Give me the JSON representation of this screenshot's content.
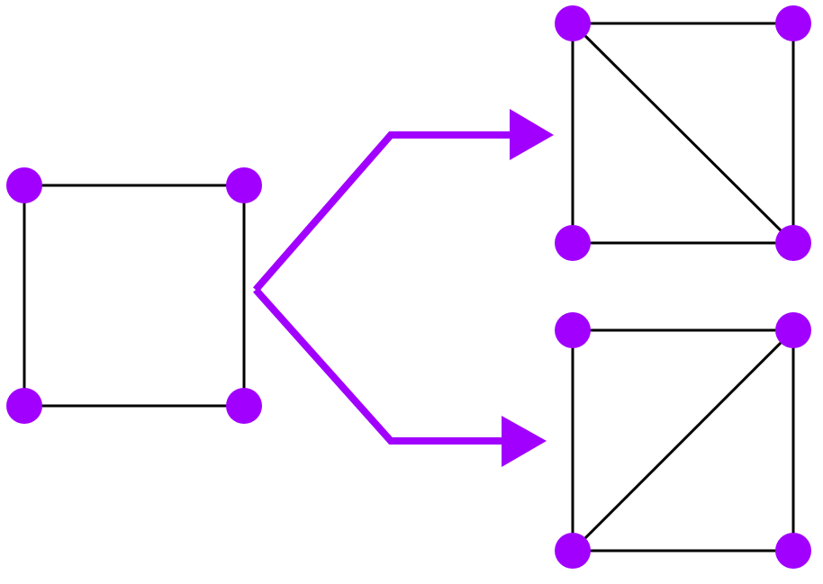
{
  "colors": {
    "background": "#ffffff",
    "node": "#a100ff",
    "edge": "#000000",
    "arrow": "#a100ff"
  },
  "graphs": {
    "source": {
      "nodes": [
        "a",
        "b",
        "c",
        "d"
      ],
      "edges": [
        [
          "a",
          "b"
        ],
        [
          "b",
          "d"
        ],
        [
          "d",
          "c"
        ],
        [
          "c",
          "a"
        ]
      ]
    },
    "result_top": {
      "nodes": [
        "a",
        "b",
        "c",
        "d"
      ],
      "edges": [
        [
          "a",
          "b"
        ],
        [
          "b",
          "d"
        ],
        [
          "d",
          "c"
        ],
        [
          "c",
          "a"
        ],
        [
          "a",
          "d"
        ]
      ]
    },
    "result_bottom": {
      "nodes": [
        "a",
        "b",
        "c",
        "d"
      ],
      "edges": [
        [
          "a",
          "b"
        ],
        [
          "b",
          "d"
        ],
        [
          "d",
          "c"
        ],
        [
          "c",
          "a"
        ],
        [
          "b",
          "c"
        ]
      ]
    }
  },
  "arrows": [
    {
      "from": "source",
      "to": "result_top"
    },
    {
      "from": "source",
      "to": "result_bottom"
    }
  ]
}
